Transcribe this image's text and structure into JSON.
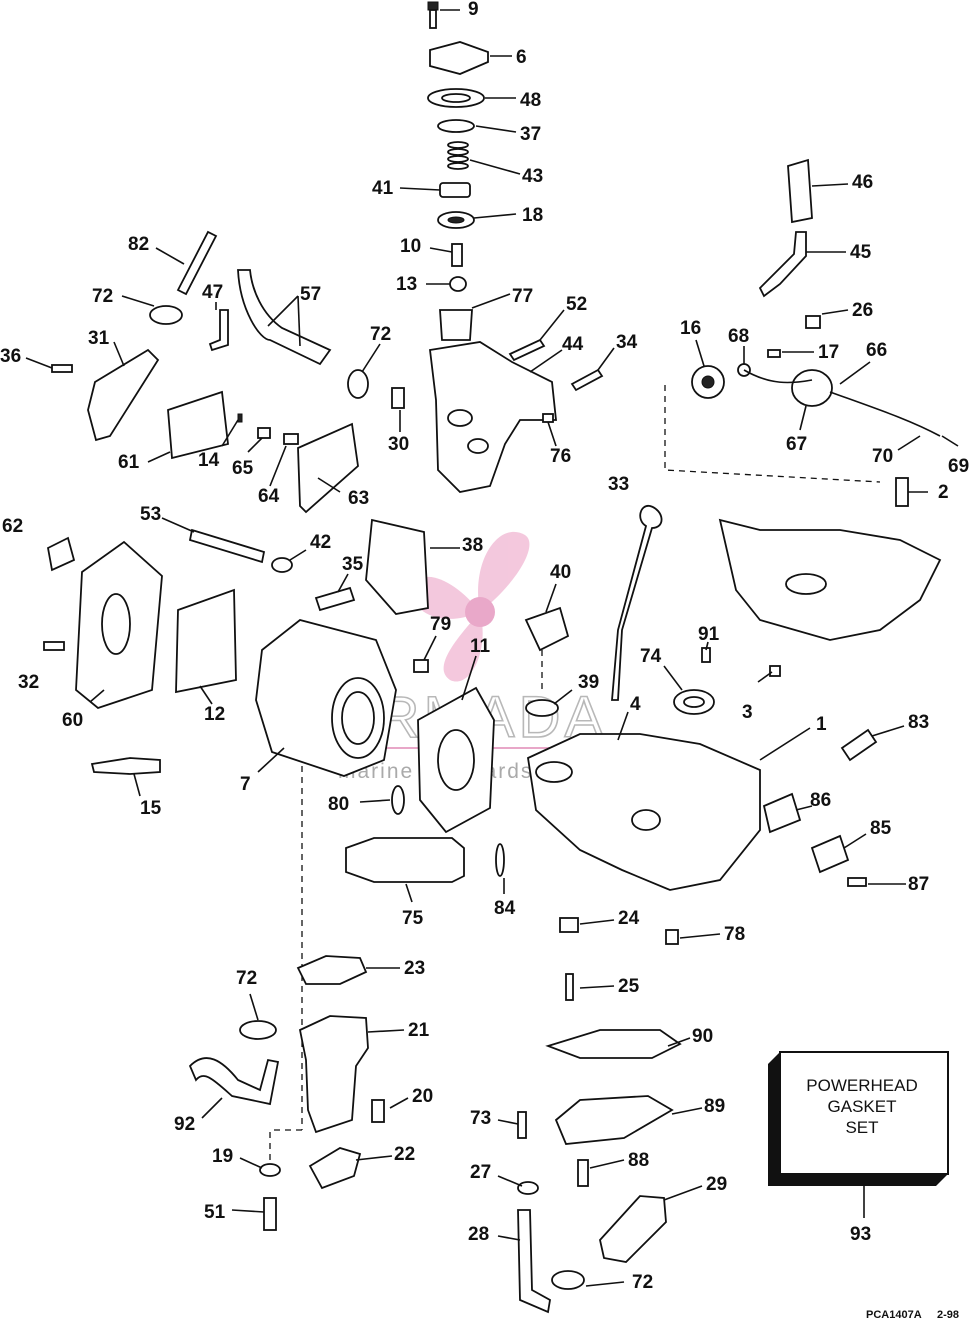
{
  "callouts": [
    {
      "id": "9",
      "label": "9"
    },
    {
      "id": "6",
      "label": "6"
    },
    {
      "id": "48",
      "label": "48"
    },
    {
      "id": "37",
      "label": "37"
    },
    {
      "id": "43",
      "label": "43"
    },
    {
      "id": "41",
      "label": "41"
    },
    {
      "id": "18",
      "label": "18"
    },
    {
      "id": "10",
      "label": "10"
    },
    {
      "id": "13",
      "label": "13"
    },
    {
      "id": "77",
      "label": "77"
    },
    {
      "id": "82",
      "label": "82"
    },
    {
      "id": "57",
      "label": "57"
    },
    {
      "id": "72a",
      "label": "72"
    },
    {
      "id": "47",
      "label": "47"
    },
    {
      "id": "31",
      "label": "31"
    },
    {
      "id": "36",
      "label": "36"
    },
    {
      "id": "72b",
      "label": "72"
    },
    {
      "id": "52",
      "label": "52"
    },
    {
      "id": "44",
      "label": "44"
    },
    {
      "id": "34",
      "label": "34"
    },
    {
      "id": "46",
      "label": "46"
    },
    {
      "id": "45",
      "label": "45"
    },
    {
      "id": "26",
      "label": "26"
    },
    {
      "id": "16",
      "label": "16"
    },
    {
      "id": "68",
      "label": "68"
    },
    {
      "id": "17",
      "label": "17"
    },
    {
      "id": "66",
      "label": "66"
    },
    {
      "id": "30",
      "label": "30"
    },
    {
      "id": "76",
      "label": "76"
    },
    {
      "id": "61",
      "label": "61"
    },
    {
      "id": "14",
      "label": "14"
    },
    {
      "id": "65",
      "label": "65"
    },
    {
      "id": "64",
      "label": "64"
    },
    {
      "id": "63",
      "label": "63"
    },
    {
      "id": "67",
      "label": "67"
    },
    {
      "id": "70",
      "label": "70"
    },
    {
      "id": "69",
      "label": "69"
    },
    {
      "id": "2",
      "label": "2"
    },
    {
      "id": "33",
      "label": "33"
    },
    {
      "id": "62",
      "label": "62"
    },
    {
      "id": "53",
      "label": "53"
    },
    {
      "id": "42",
      "label": "42"
    },
    {
      "id": "38",
      "label": "38"
    },
    {
      "id": "35",
      "label": "35"
    },
    {
      "id": "40",
      "label": "40"
    },
    {
      "id": "79",
      "label": "79"
    },
    {
      "id": "11",
      "label": "11"
    },
    {
      "id": "91",
      "label": "91"
    },
    {
      "id": "74",
      "label": "74"
    },
    {
      "id": "32",
      "label": "32"
    },
    {
      "id": "39",
      "label": "39"
    },
    {
      "id": "3",
      "label": "3"
    },
    {
      "id": "4",
      "label": "4"
    },
    {
      "id": "1",
      "label": "1"
    },
    {
      "id": "60",
      "label": "60"
    },
    {
      "id": "12",
      "label": "12"
    },
    {
      "id": "83",
      "label": "83"
    },
    {
      "id": "15",
      "label": "15"
    },
    {
      "id": "7",
      "label": "7"
    },
    {
      "id": "80",
      "label": "80"
    },
    {
      "id": "86",
      "label": "86"
    },
    {
      "id": "85",
      "label": "85"
    },
    {
      "id": "87",
      "label": "87"
    },
    {
      "id": "75",
      "label": "75"
    },
    {
      "id": "84",
      "label": "84"
    },
    {
      "id": "24",
      "label": "24"
    },
    {
      "id": "78",
      "label": "78"
    },
    {
      "id": "23",
      "label": "23"
    },
    {
      "id": "25",
      "label": "25"
    },
    {
      "id": "72c",
      "label": "72"
    },
    {
      "id": "21",
      "label": "21"
    },
    {
      "id": "90",
      "label": "90"
    },
    {
      "id": "20",
      "label": "20"
    },
    {
      "id": "92",
      "label": "92"
    },
    {
      "id": "73",
      "label": "73"
    },
    {
      "id": "89",
      "label": "89"
    },
    {
      "id": "19",
      "label": "19"
    },
    {
      "id": "22",
      "label": "22"
    },
    {
      "id": "27",
      "label": "27"
    },
    {
      "id": "88",
      "label": "88"
    },
    {
      "id": "51",
      "label": "51"
    },
    {
      "id": "29",
      "label": "29"
    },
    {
      "id": "28",
      "label": "28"
    },
    {
      "id": "72d",
      "label": "72"
    },
    {
      "id": "93",
      "label": "93"
    }
  ],
  "gasket_box": {
    "line1": "POWERHEAD",
    "line2": "GASKET",
    "line3": "SET"
  },
  "footer": {
    "code": "PCA1407A",
    "date": "2-98"
  },
  "watermark": {
    "brand": "ARMADA",
    "sub": "marine outboards",
    "color": "#e8a7c8"
  }
}
